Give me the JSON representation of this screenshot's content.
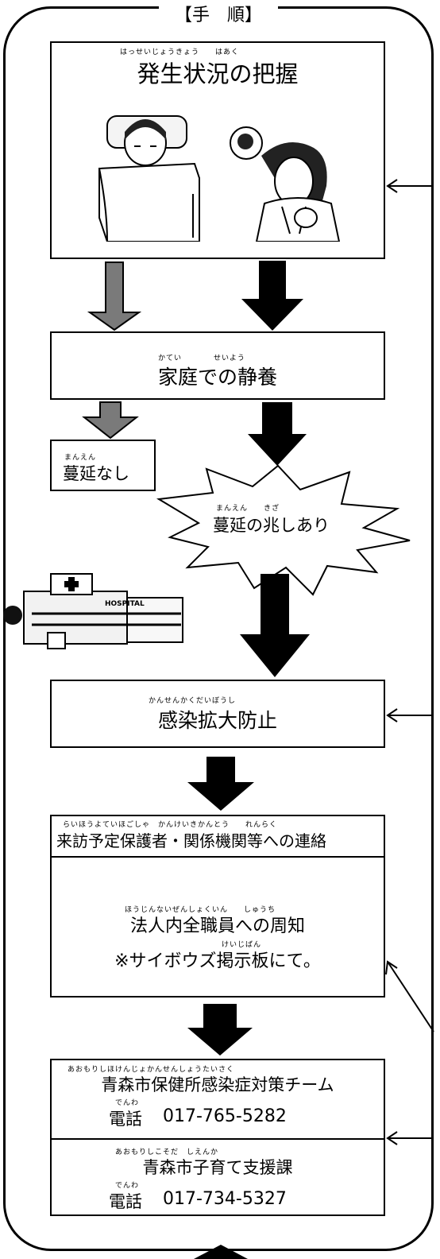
{
  "header": "【手　順】",
  "step1": {
    "ruby": "はっせいじょうきょう　　はあく",
    "label": "発生状況の把握"
  },
  "step2": {
    "ruby": "かてい　　　　せいよう",
    "label": "家庭での静養"
  },
  "branch_no": {
    "ruby": "まんえん",
    "label": "蔓延なし"
  },
  "branch_yes": {
    "ruby": "まんえん　　きざ",
    "label": "蔓延の兆しあり"
  },
  "hospital_sign": "HOSPITAL",
  "step3": {
    "ruby": "かんせんかくだいぼうし",
    "label": "感染拡大防止"
  },
  "step4": {
    "ruby": "らいほうよていほごしゃ　かんけいきかんとう　　れんらく",
    "title": "来訪予定保護者・関係機関等への連絡",
    "body_ruby": "ほうじんないぜんしょくいん　　しゅうち",
    "body_line1": "法人内全職員への周知",
    "body_ruby2": "けいじばん",
    "body_line2": "※サイボウズ掲示板にて。"
  },
  "contact1": {
    "ruby": "あおもりしほけんじょかんせんしょうたいさく",
    "name": "青森市保健所感染症対策チーム",
    "phone_ruby": "でんわ",
    "phone_label": "電話",
    "phone": "017-765-5282"
  },
  "contact2": {
    "ruby": "あおもりしこそだ　しえんか",
    "name": "青森市子育て支援課",
    "phone_ruby": "でんわ",
    "phone_label": "電話",
    "phone": "017-734-5327"
  },
  "colors": {
    "line": "#000000",
    "gray_arrow": "#7a7a7a",
    "background": "#ffffff"
  }
}
